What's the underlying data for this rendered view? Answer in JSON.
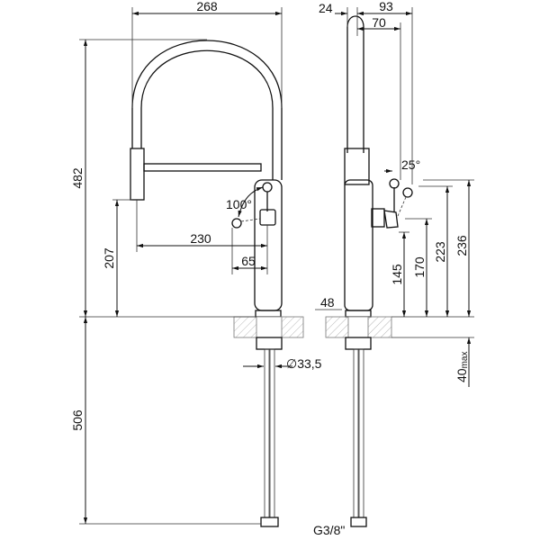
{
  "drawing": {
    "front_view": {
      "width_overall": "268",
      "height_overall": "482",
      "spout_height": "207",
      "spout_reach": "230",
      "lever_reach": "65",
      "lever_angle": "100°",
      "below_counter": "506",
      "hole_diameter": "∅33,5"
    },
    "side_view": {
      "pipe_width": "24",
      "depth_overall": "93",
      "depth_lever": "70",
      "base_width": "48",
      "lever_angle": "25°",
      "h145": "145",
      "h170": "170",
      "h223": "223",
      "h236": "236",
      "counter_max": "40",
      "counter_max_sub": "max",
      "connection": "G3/8\""
    }
  }
}
